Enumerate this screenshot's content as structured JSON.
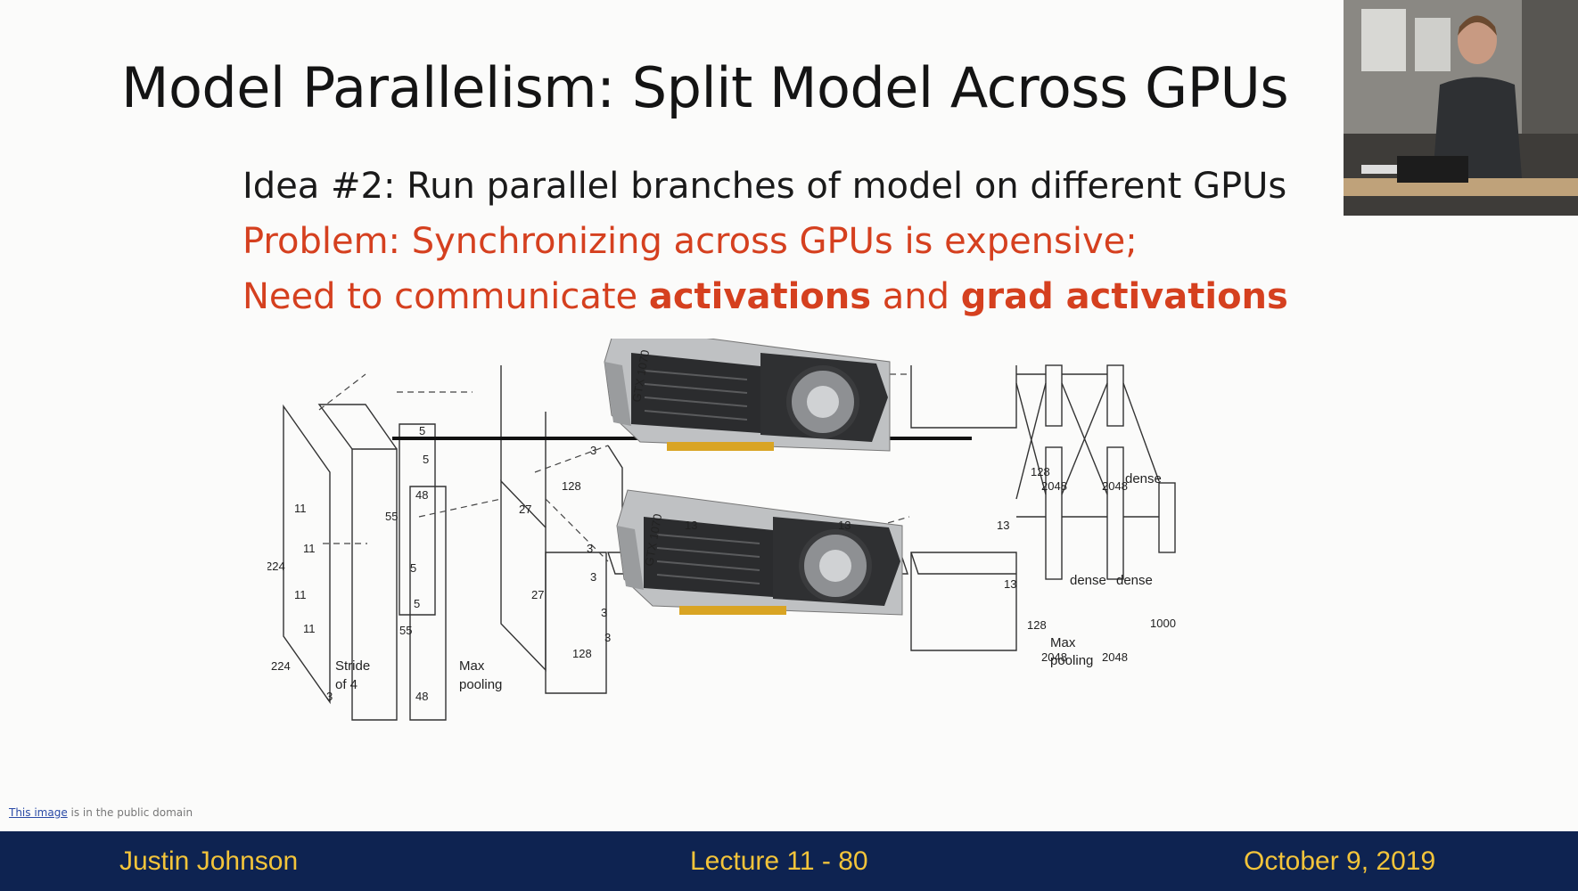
{
  "slide": {
    "title": "Model Parallelism: Split Model Across GPUs",
    "idea": "Idea #2: Run parallel branches of model on different GPUs",
    "problem": "Problem: Synchronizing across GPUs is expensive;",
    "need_prefix": "Need to communicate ",
    "need_bold1": "activations",
    "need_mid": " and ",
    "need_bold2": "grad activations",
    "image_credit_link": "This image",
    "image_credit_rest": " is in the public domain"
  },
  "diagram": {
    "gpu_label": "GTX 1070",
    "labels": {
      "input_224a": "224",
      "input_224b": "224",
      "input_3": "3",
      "k11a": "11",
      "k11b": "11",
      "k11c": "11",
      "k11d": "11",
      "stride": "Stride",
      "stride2": "of 4",
      "c1_55a": "55",
      "c1_55b": "55",
      "c1_48a": "48",
      "c1_48b": "48",
      "k5a": "5",
      "k5b": "5",
      "k5c": "5",
      "k5d": "5",
      "maxpool1": "Max",
      "maxpool1b": "pooling",
      "c2_27a": "27",
      "c2_27b": "27",
      "c2_128a": "128",
      "c2_128b": "128",
      "k3a": "3",
      "k3b": "3",
      "k3c": "3",
      "k3d": "3",
      "k3e": "3",
      "c3_13a": "13",
      "c4_13a": "13",
      "c5_13a": "13",
      "c5_13b": "13",
      "c5_128a": "128",
      "c5_128b": "128",
      "maxpool2": "Max",
      "maxpool2b": "pooling",
      "fc_2048a": "2048",
      "fc_2048b": "2048",
      "fc_2048c": "2048",
      "fc_2048d": "2048",
      "dense1": "dense",
      "dense2": "dense",
      "dense3": "dense",
      "out_1000": "1000"
    }
  },
  "footer": {
    "author": "Justin Johnson",
    "lecture": "Lecture 11 - 80",
    "date": "October 9, 2019"
  }
}
